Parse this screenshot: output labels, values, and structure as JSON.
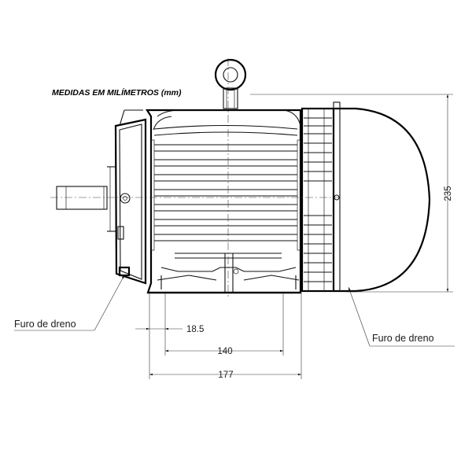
{
  "title": "MEDIDAS EM MILÍMETROS (mm)",
  "labels": {
    "drain_left": "Furo de dreno",
    "drain_right": "Furo de dreno"
  },
  "dimensions": {
    "d1": "18.5",
    "d2": "140",
    "d3": "177",
    "height": "235"
  }
}
